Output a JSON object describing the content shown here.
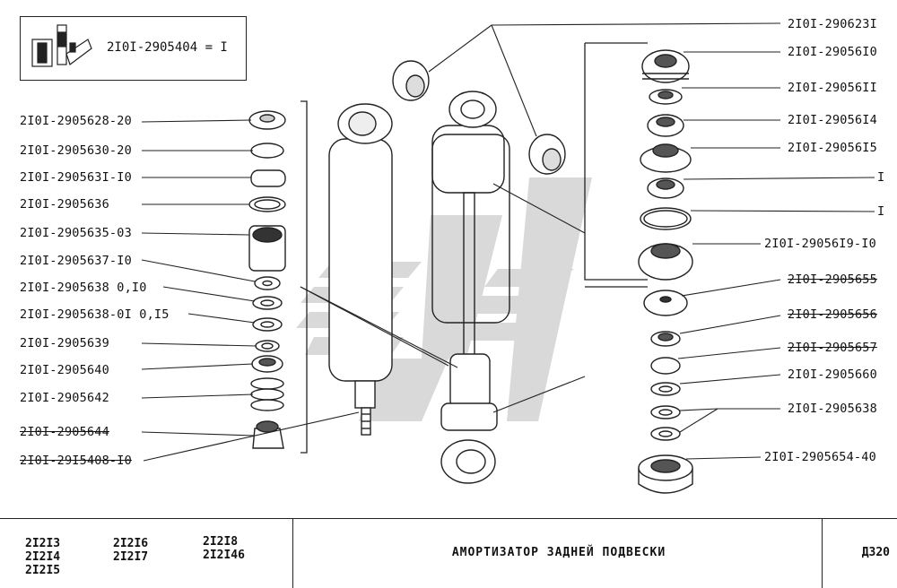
{
  "kit": {
    "number": "2I0I-2905404 = I"
  },
  "left_labels": [
    {
      "text": "2I0I-2905628-20",
      "strike": false
    },
    {
      "text": "2I0I-2905630-20",
      "strike": false
    },
    {
      "text": "2I0I-290563I-I0",
      "strike": false
    },
    {
      "text": "2I0I-2905636",
      "strike": false
    },
    {
      "text": "2I0I-2905635-03",
      "strike": false
    },
    {
      "text": "2I0I-2905637-I0",
      "strike": false
    },
    {
      "text": "2I0I-2905638 0,I0",
      "strike": false
    },
    {
      "text": "2I0I-2905638-0I 0,I5",
      "strike": false
    },
    {
      "text": "2I0I-2905639",
      "strike": false
    },
    {
      "text": "2I0I-2905640",
      "strike": false
    },
    {
      "text": "2I0I-2905642",
      "strike": false
    },
    {
      "text": "2I0I-2905644",
      "strike": true
    },
    {
      "text": "2I0I-29I5408-I0",
      "strike": true
    }
  ],
  "right_labels": [
    {
      "text": "2I0I-290623I",
      "strike": false
    },
    {
      "text": "2I0I-29056I0",
      "strike": false
    },
    {
      "text": "2I0I-29056II",
      "strike": false
    },
    {
      "text": "2I0I-29056I4",
      "strike": false
    },
    {
      "text": "2I0I-29056I5",
      "strike": false
    },
    {
      "text": "I",
      "strike": false
    },
    {
      "text": "I",
      "strike": false
    },
    {
      "text": "2I0I-29056I9-I0",
      "strike": false
    },
    {
      "text": "2I0I-2905655",
      "strike": true
    },
    {
      "text": "2I0I-2905656",
      "strike": true
    },
    {
      "text": "2I0I-2905657",
      "strike": true
    },
    {
      "text": "2I0I-2905660",
      "strike": false
    },
    {
      "text": "2I0I-2905638",
      "strike": false
    },
    {
      "text": "2I0I-2905654-40",
      "strike": false
    }
  ],
  "footer": {
    "models_col1": [
      "2I2I3",
      "2I2I4",
      "2I2I5"
    ],
    "models_col2": [
      "2I2I6",
      "2I2I7"
    ],
    "models_col3": [
      "2I2I8",
      "2I2I46"
    ],
    "title": "АМОРТИЗАТОР  ЗАДНЕЙ  ПОДВЕСКИ",
    "page": "Д320"
  },
  "icons": [
    "parts-kit-icon",
    "watermark-logo"
  ],
  "colors": {
    "ink": "#111111",
    "watermark": "#d8d8d8"
  }
}
